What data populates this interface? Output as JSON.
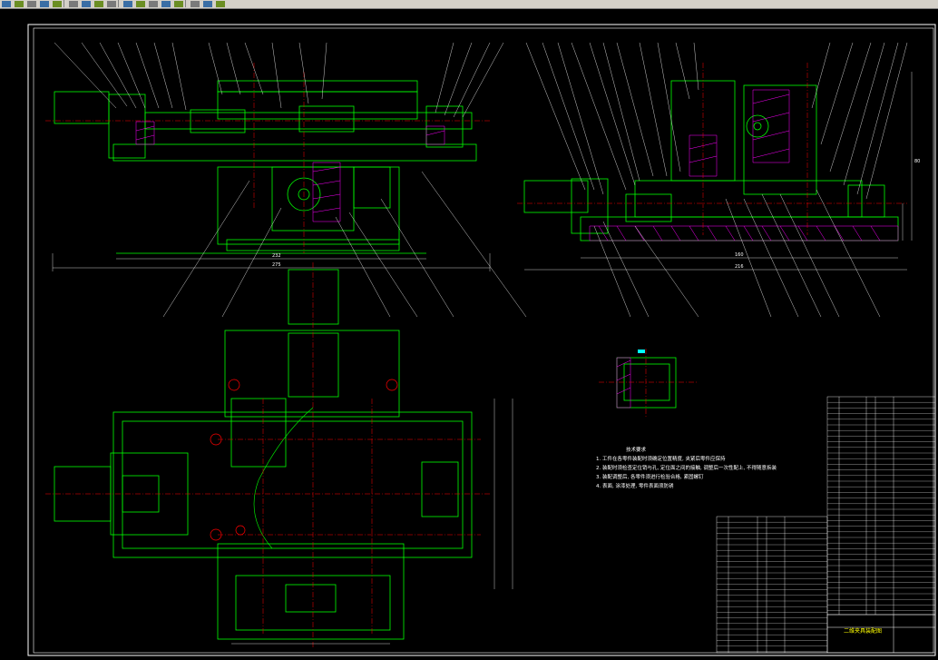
{
  "toolbar": {
    "label": "",
    "buttons": [
      "new-icon",
      "open-icon",
      "save-icon",
      "print-icon",
      "cut-icon",
      "copy-icon",
      "paste-icon",
      "undo-icon",
      "redo-icon",
      "pan-icon",
      "zoom-icon",
      "zoom-window-icon",
      "properties-icon",
      "layer-icon",
      "match-icon",
      "calc-icon",
      "help-icon"
    ]
  },
  "drawing": {
    "scene": "CAD assembly drawing: fixture (front section, side section, top plan), small detail view, technical requirements note, parts list and title block",
    "colors": {
      "background": "#000000",
      "outline": "#00ff00",
      "center": "#ff0000",
      "leader": "#ffffff",
      "hatch": "#ff00ff",
      "dim": "#ffffff",
      "hidden": "#ffff00",
      "accent": "#00ffff"
    },
    "notes_title": "技术要求",
    "notes": [
      "1. 工件在各零件装配时须确定位置精度, 夹紧后零件应保持",
      "2. 装配时须检查定位销与孔, 定位面之间的接触, 调整后一次性配上, 不得随意拆装",
      "3. 装配调整后, 各零件须进行检验合格, 紧固螺钉",
      "4. 表面, 涂漆处理, 零件表面须防锈"
    ],
    "title_block_name": "二维夹具装配图",
    "dims": [
      "275",
      "232",
      "160",
      "216",
      "80"
    ]
  }
}
